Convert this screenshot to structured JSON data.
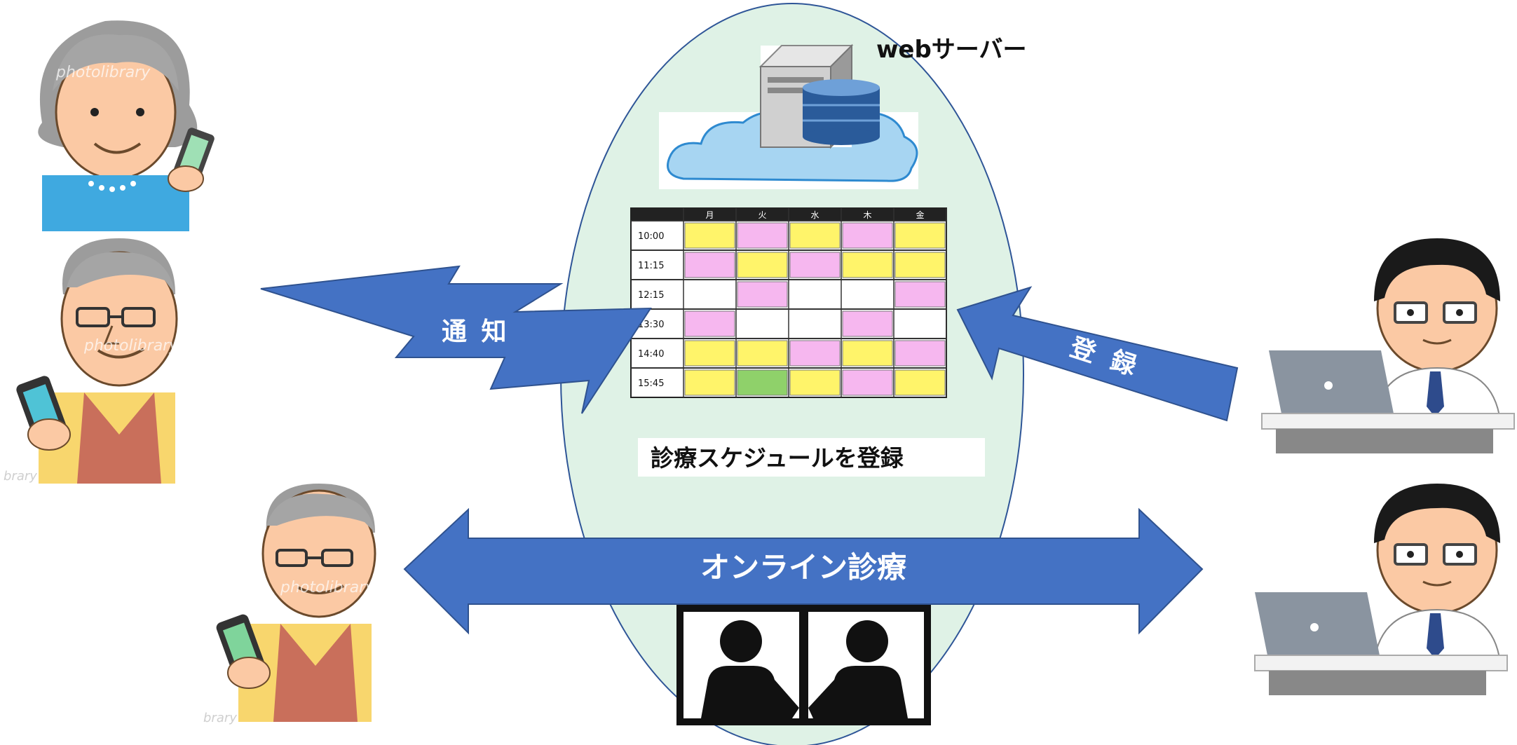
{
  "labels": {
    "server": "webサーバー",
    "notify": "通 知",
    "register": "登 録",
    "schedule_register": "診療スケジュールを登録",
    "online_consultation": "オンライン診療"
  },
  "colors": {
    "arrow_blue": "#4472c4",
    "ellipse_fill": "#dff2e6",
    "ellipse_stroke": "#2e5597",
    "cloud_fill": "#a7d5f2",
    "cloud_stroke": "#2e8ad0"
  },
  "watermarks": {
    "photolibrary": "photolibrary",
    "brary": "brary"
  },
  "schedule_table": {
    "days": [
      "月",
      "火",
      "水",
      "木",
      "金"
    ],
    "times": [
      "10:00",
      "11:15",
      "12:15",
      "13:30",
      "14:40",
      "15:45"
    ]
  },
  "icons": {
    "server": "server-database-icon",
    "cloud": "cloud-icon",
    "video_call": "video-call-icon",
    "patients": "elderly-person-with-phone",
    "doctors": "doctor-at-laptop"
  }
}
